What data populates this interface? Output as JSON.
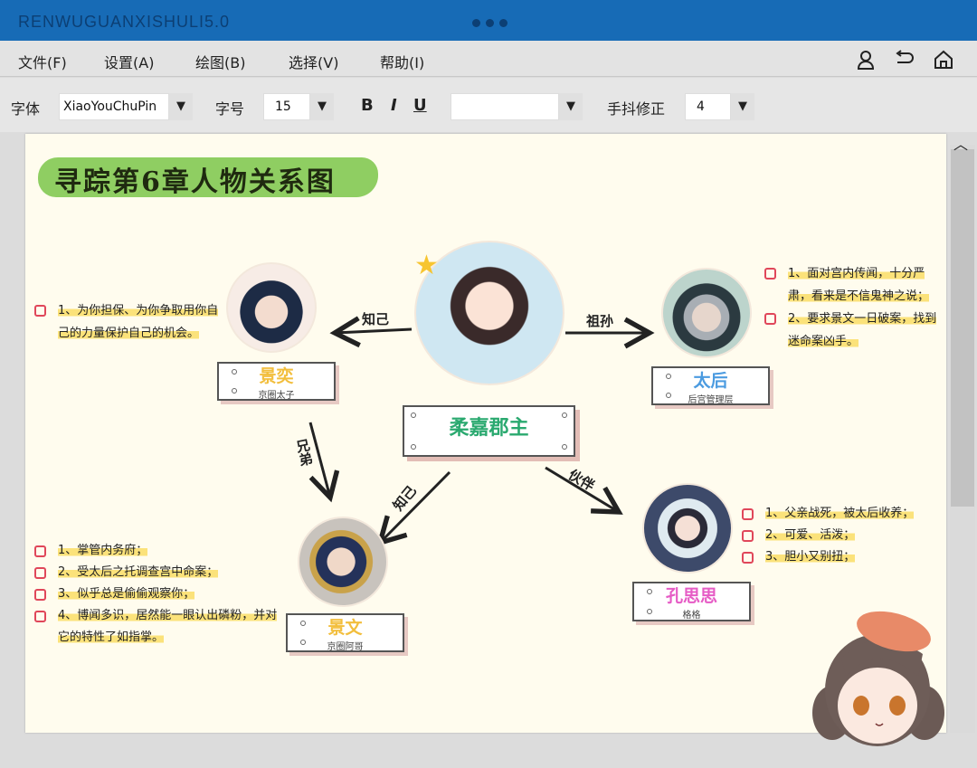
{
  "app": {
    "title": "RENWUGUANXISHULI5.0"
  },
  "menu": [
    "文件(F)",
    "设置(A)",
    "绘图(B)",
    "选择(V)",
    "帮助(I)"
  ],
  "toolbar": {
    "font_label": "字体",
    "font_value": "XiaoYouChuPin",
    "size_label": "字号",
    "size_value": "15",
    "bold": "B",
    "italic": "I",
    "underline": "U",
    "color_value": "",
    "jitter_label": "手抖修正",
    "jitter_value": "4"
  },
  "diagram": {
    "title": "寻踪第6章人物关系图",
    "center": {
      "name": "柔嘉郡主"
    },
    "people": [
      {
        "name": "景奕",
        "role": "京圈太子",
        "color": "#f2be3c"
      },
      {
        "name": "太后",
        "role": "后宫管理层",
        "color": "#4b9be0"
      },
      {
        "name": "景文",
        "role": "京圈阿哥",
        "color": "#f2be3c"
      },
      {
        "name": "孔思思",
        "role": "格格",
        "color": "#e65bc5"
      }
    ],
    "relations": [
      "知己",
      "祖孙",
      "兄弟",
      "知己",
      "伙伴"
    ],
    "notes": {
      "jingyi": [
        "1、为你担保、为你争取用你自己的力量保护自己的机会。"
      ],
      "taihou": [
        "1、面对宫内传闻，十分严肃，看来是不信鬼神之说；",
        "2、要求景文一日破案，找到迷命案凶手。"
      ],
      "jingwen": [
        "1、掌管内务府；",
        "2、受太后之托调查宫中命案；",
        "3、似乎总是偷偷观察你；",
        "4、博闻多识，居然能一眼认出磷粉，并对它的特性了如指掌。"
      ],
      "kongsisi": [
        "1、父亲战死，被太后收养；",
        "2、可爱、活泼；",
        "3、胆小又别扭；"
      ]
    }
  },
  "colors": {
    "titlebar": "#176bb6",
    "paper": "#fffcee",
    "center_name": "#2aa96f",
    "highlight": "#fbe27a",
    "checkbox": "#e0475a"
  }
}
